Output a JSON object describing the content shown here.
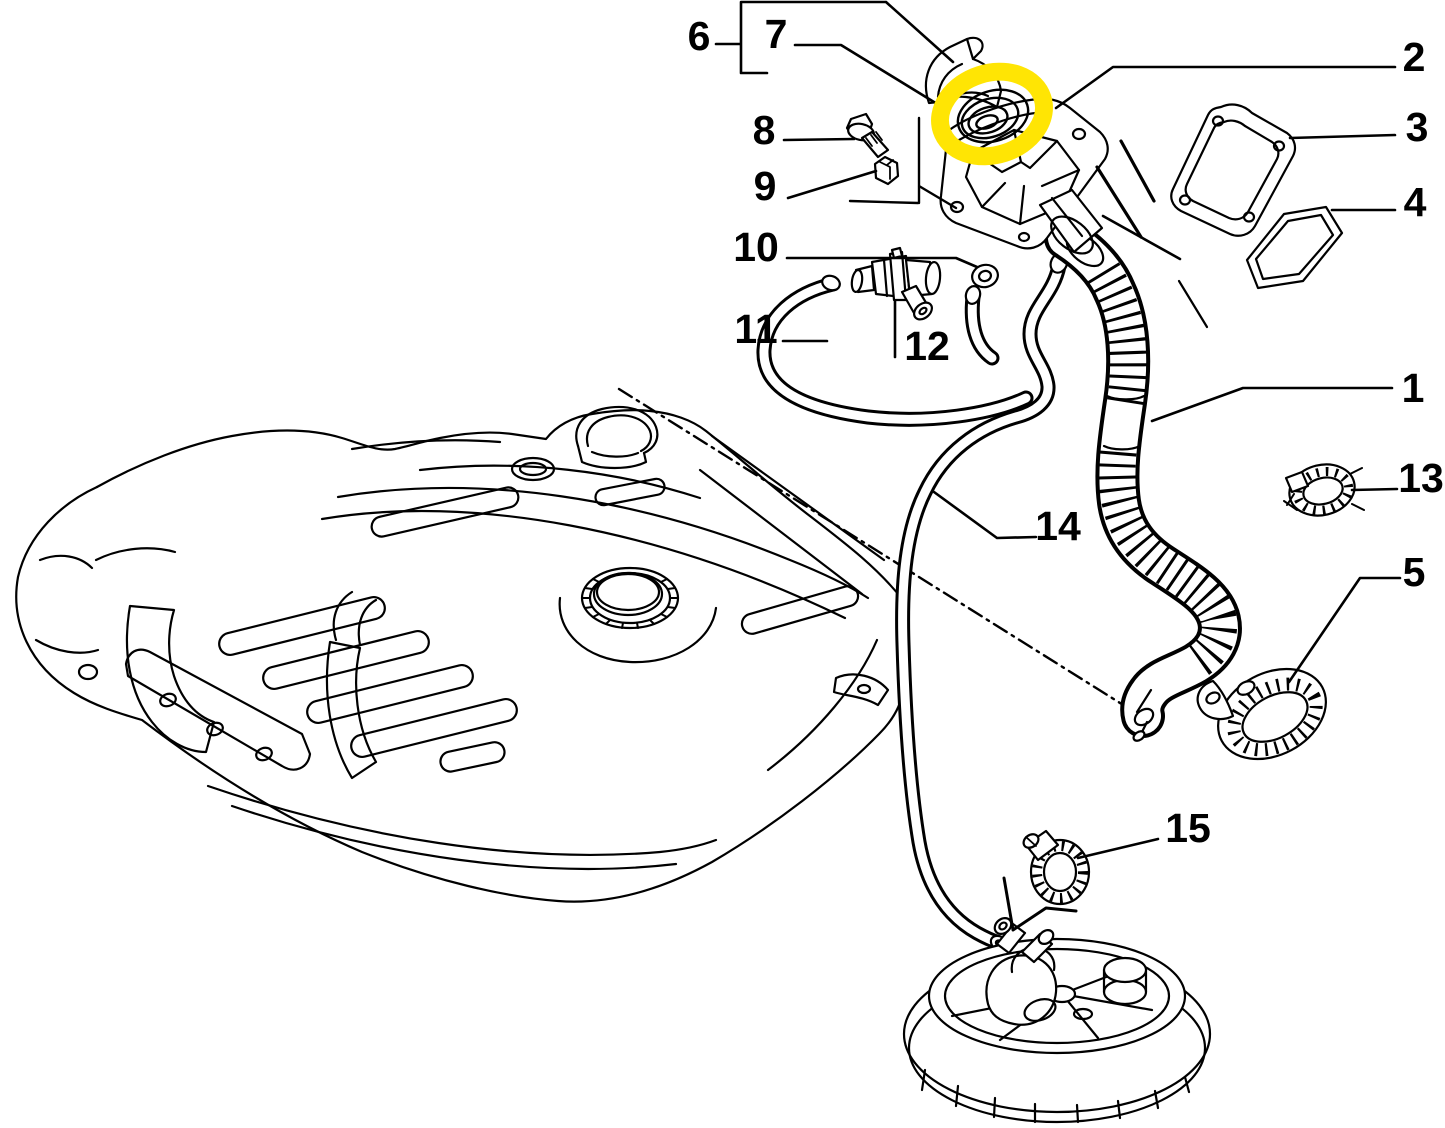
{
  "diagram_type": "exploded-parts-diagram",
  "subject": "fuel tank, filler pipe and pump assembly",
  "colors": {
    "background": "#ffffff",
    "line": "#000000",
    "highlight": "#ffe504"
  },
  "highlighted_part_number": "7",
  "labels": [
    "1",
    "2",
    "3",
    "4",
    "5",
    "6",
    "7",
    "8",
    "9",
    "10",
    "11",
    "12",
    "13",
    "14",
    "15"
  ]
}
